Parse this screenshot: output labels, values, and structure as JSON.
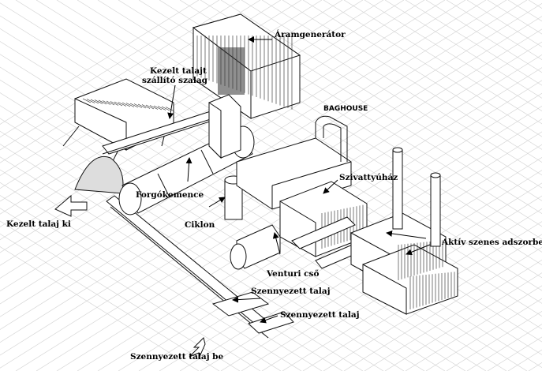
{
  "labels": {
    "generator": "Áramgenerátor",
    "conveyor_line1": "Kezelt talajt",
    "conveyor_line2": "szállító szalag",
    "baghouse": "BAGHOUSE",
    "pump_house": "Szivattyúház",
    "rotary_kiln": "Forgókemence",
    "cyclone": "Ciklon",
    "treated_soil_out": "Kezelt talaj ki",
    "activated_carbon": "Aktív szenes adszorber",
    "venturi": "Venturi cső",
    "contaminated_soil_1": "Szennyezett  talaj",
    "contaminated_soil_2": "Szennyezett  talaj",
    "contaminated_soil_in": "Szennyezett  talaj be"
  },
  "colors": {
    "ink": "#111111",
    "grid": "#d4d4d4",
    "background": "#ffffff"
  }
}
